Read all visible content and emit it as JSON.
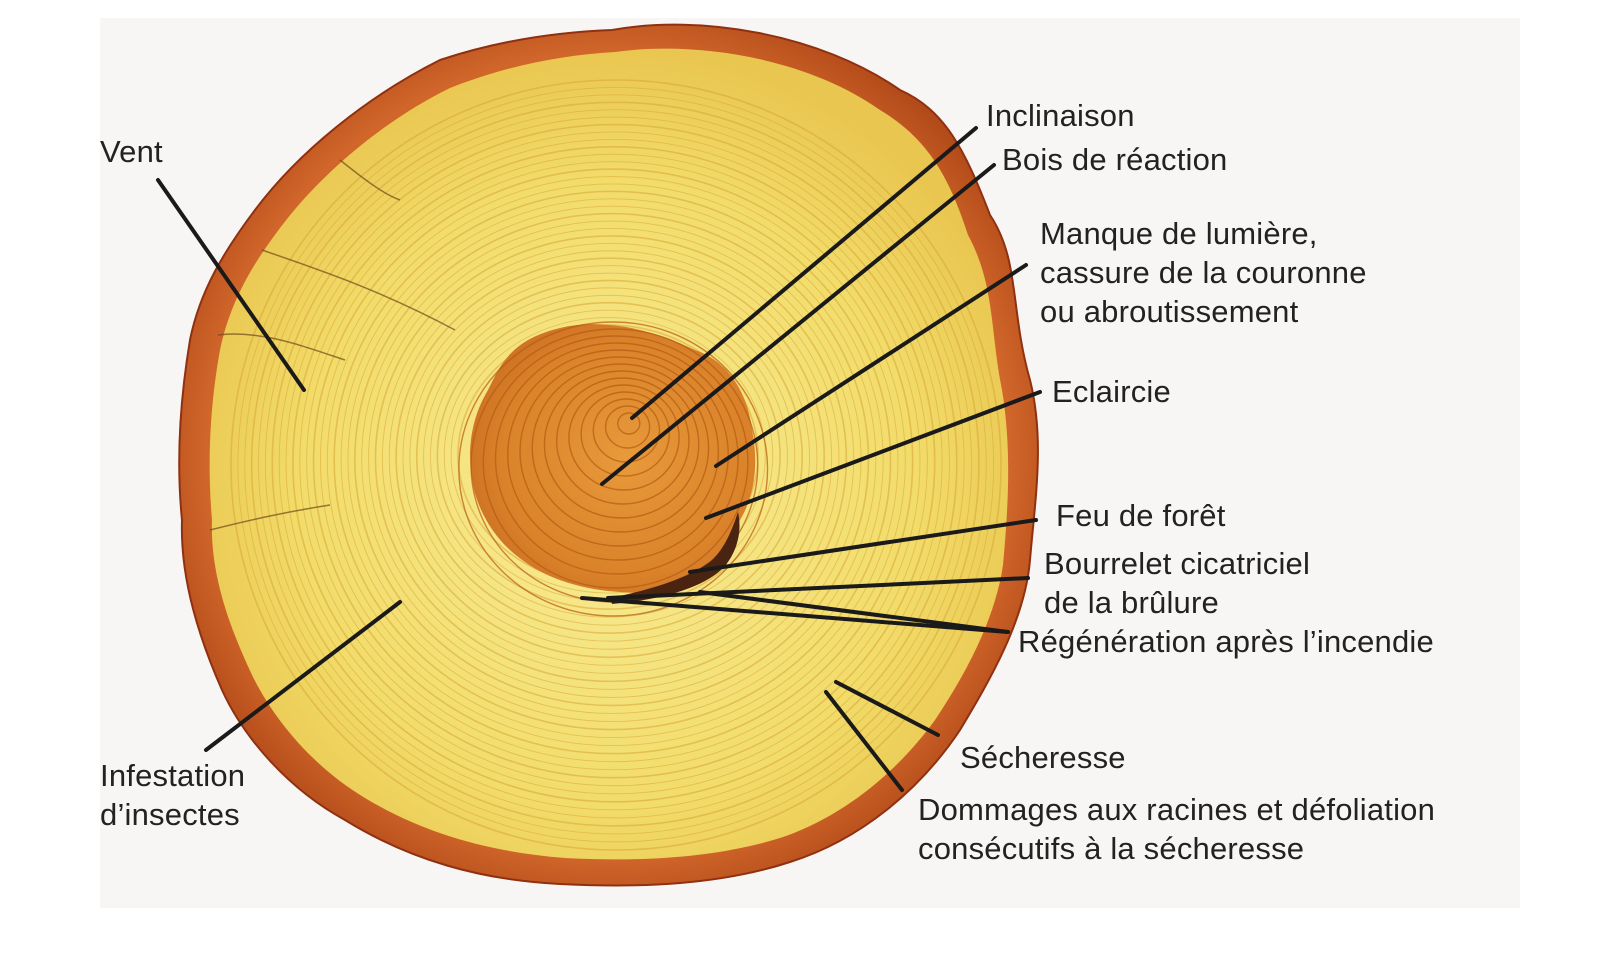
{
  "diagram": {
    "labels": {
      "vent": [
        "Vent"
      ],
      "inclinaison": [
        "Inclinaison"
      ],
      "bois_reaction": [
        "Bois de réaction"
      ],
      "manque_lumiere": [
        "Manque de lumière,",
        "cassure de la couronne",
        "ou abroutissement"
      ],
      "eclaircie": [
        "Eclaircie"
      ],
      "feu_foret": [
        "Feu de forêt"
      ],
      "bourrelet": [
        "Bourrelet cicatriciel",
        "de la brûlure"
      ],
      "regeneration": [
        "Régénération après l’incendie"
      ],
      "infestation": [
        "Infestation",
        "d’insectes"
      ],
      "secheresse": [
        "Sécheresse"
      ],
      "dommages": [
        "Dommages aux racines et défoliation",
        "consécutifs à la sécheresse"
      ]
    },
    "colors": {
      "bark": "#c4561e",
      "bark_dark": "#8f3010",
      "sapwood": "#f2dc6a",
      "sapwood_light": "#f8ec98",
      "heartwood": "#d9822a",
      "ring_line": "#d9a634",
      "heart_ring_line": "#b75a12",
      "scar": "#4a2410",
      "leader": "#1a1a1a",
      "text": "#222222"
    }
  }
}
